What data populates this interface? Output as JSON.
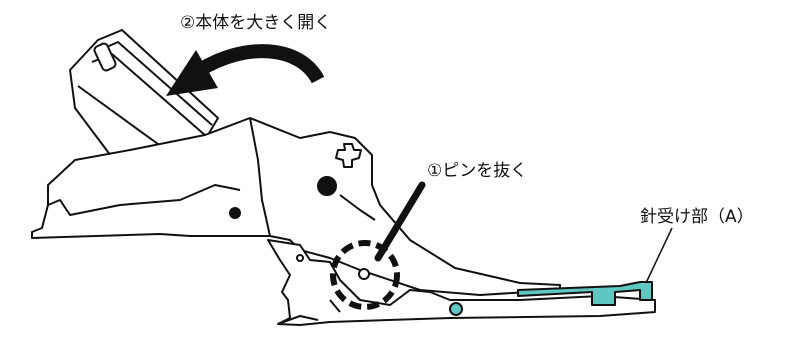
{
  "labels": {
    "step2": "②本体を大きく開く",
    "step1": "①ピンを抜く",
    "part_a": "針受け部（A）"
  },
  "colors": {
    "outline": "#111111",
    "accent_teal": "#5fc7c2",
    "background": "#ffffff"
  }
}
